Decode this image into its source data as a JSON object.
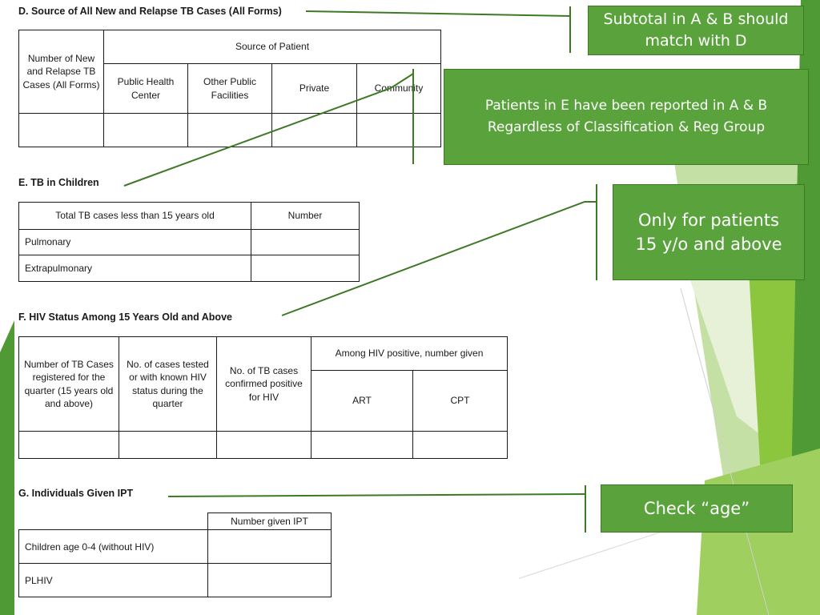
{
  "section_d": {
    "title": "D. Source of All New and Relapse TB Cases (All Forms)",
    "col_number": "Number of New and Relapse TB Cases (All Forms)",
    "col_source": "Source of Patient",
    "sources": [
      "Public Health Center",
      "Other Public Facilities",
      "Private",
      "Community"
    ]
  },
  "section_e": {
    "title": "E. TB in Children",
    "header_label": "Total TB cases less than 15 years old",
    "header_number": "Number",
    "rows": [
      "Pulmonary",
      "Extrapulmonary"
    ]
  },
  "section_f": {
    "title": "F.  HIV Status Among 15 Years Old and Above",
    "col_registered": "Number of TB Cases registered for the quarter (15 years old and above)",
    "col_tested": "No. of cases tested or with known HIV status during the quarter",
    "col_confirmed": "No. of TB cases confirmed positive for HIV",
    "col_given": "Among HIV positive, number given",
    "col_art": "ART",
    "col_cpt": "CPT"
  },
  "section_g": {
    "title": "G. Individuals Given IPT",
    "header_number": "Number given IPT",
    "rows": [
      "Children age 0-4 (without HIV)",
      "PLHIV"
    ]
  },
  "callouts": {
    "subtotal": "Subtotal in A & B should match with D",
    "patients_e": "Patients in E have been reported in A & B Regardless of Classification & Reg Group",
    "only_15": "Only for patients 15 y/o and above",
    "check_age": "Check “age”"
  },
  "colors": {
    "callout_green": "#5aa33c",
    "callout_border": "#3e7a26",
    "connector_green": "#3e7a26",
    "accent_light_green": "#8cc63f",
    "accent_dark_green": "#4f9a35"
  }
}
